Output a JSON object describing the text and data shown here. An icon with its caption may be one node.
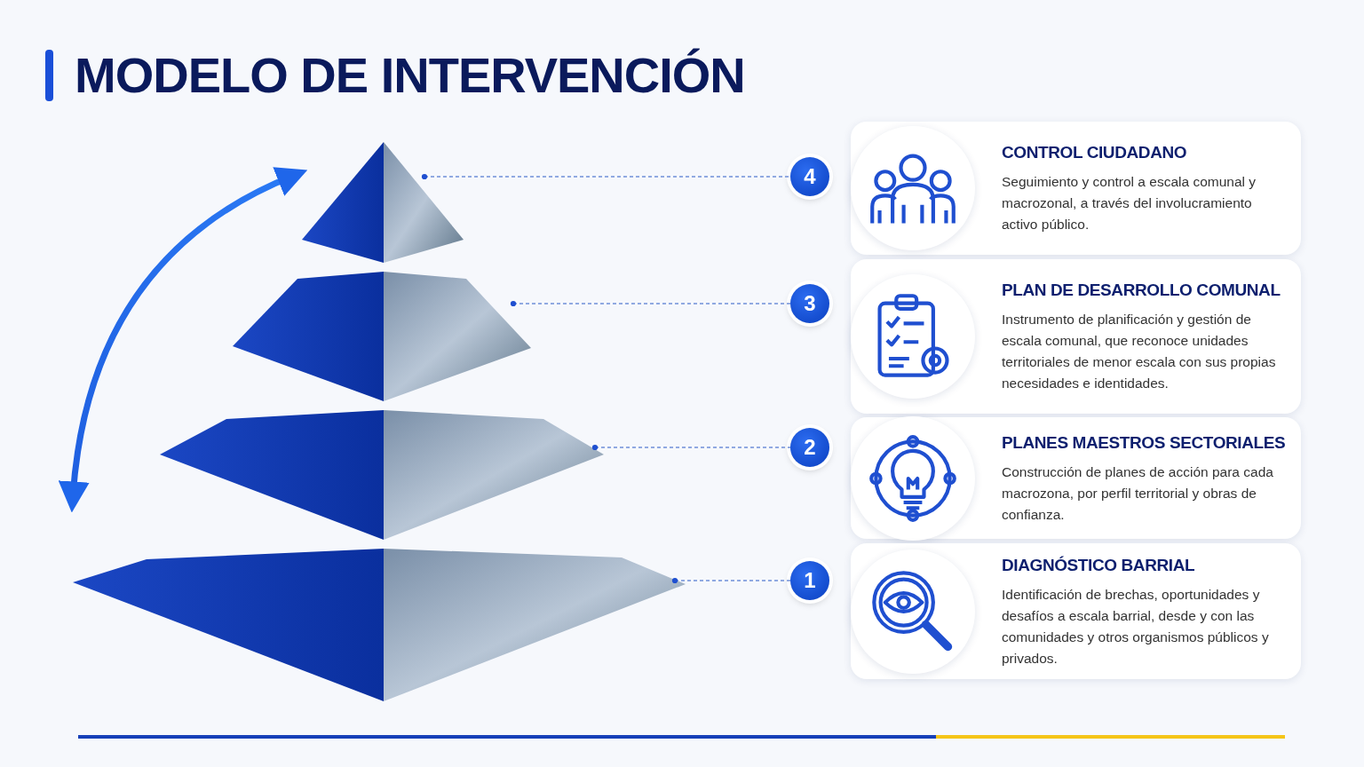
{
  "diagram": {
    "title": "MODELO DE INTERVENCIÓN",
    "nodes": [
      {
        "text": [],
        "shape": "picture"
      },
      {
        "text": [],
        "shape": "picture"
      },
      {
        "text": [],
        "shape": "picture"
      },
      {
        "text": [],
        "shape": "picture"
      },
      {
        "text": [
          "4"
        ]
      },
      {
        "text": [
          "CONTROL CIUDADANO",
          "Seguimiento y control a escala comunal y macrozonal, a través del involucramiento activo público."
        ]
      },
      {
        "text": [
          "3"
        ]
      },
      {
        "text": [
          "PLAN DE DESARROLLO COMUNAL",
          "Instrumento de planificación y gestión de escala comunal, que reconoce unidades territoriales de menor escala con sus propias necesidades e identidades."
        ]
      },
      {
        "text": [
          "2"
        ]
      },
      {
        "text": [
          "PLANES MAESTROS SECTORIALES",
          "Construcción de planes de acción para cada macrozona, por perfil territorial y obras de confianza."
        ]
      },
      {
        "text": [
          "1"
        ]
      },
      {
        "text": [
          "DIAGNÓSTICO BARRIAL",
          "Identificación de brechas, oportunidades y desafíos a escala barrial, desde y con las comunidades y otros organismos públicos y privados."
        ]
      }
    ],
    "edges": [
      {
        "from": 0,
        "to": 4,
        "arrow": "other",
        "style": "dashed"
      },
      {
        "from": 1,
        "to": 6,
        "arrow": "other",
        "style": "dashed"
      },
      {
        "from": 2,
        "to": 8,
        "arrow": "other",
        "style": "dashed"
      },
      {
        "from": 3,
        "to": 10,
        "arrow": "other",
        "style": "dashed"
      }
    ]
  }
}
